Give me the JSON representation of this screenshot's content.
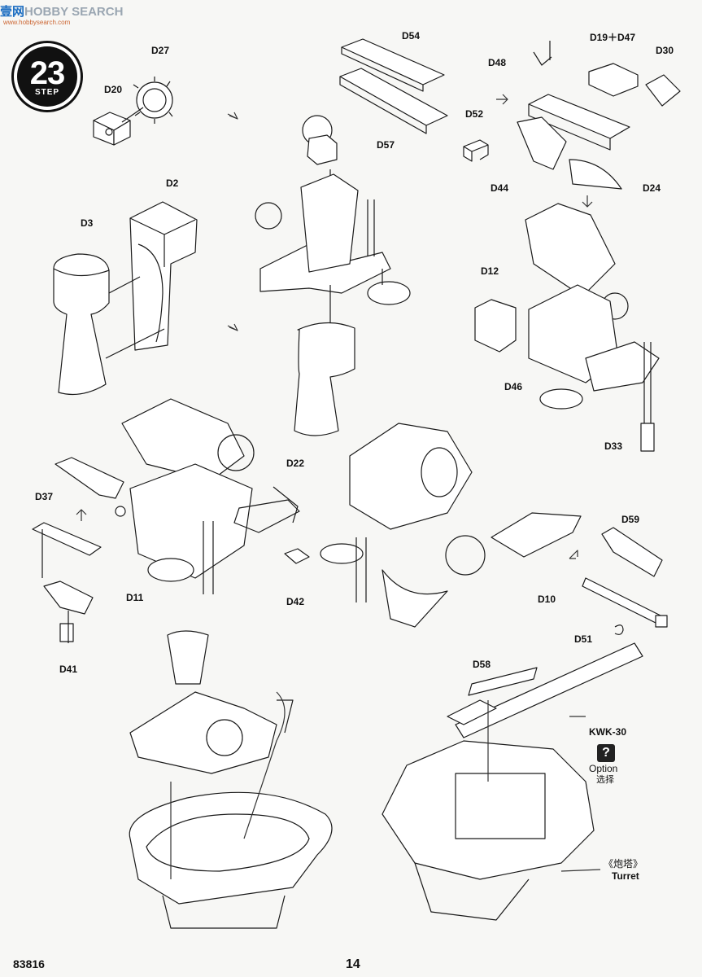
{
  "watermark": {
    "brand_a": "壹网",
    "brand_b": "HOBBY SEARCH",
    "url": "www.hobbysearch.com"
  },
  "step": {
    "number": "23",
    "word": "STEP"
  },
  "parts": {
    "d27": "D27",
    "d20": "D20",
    "d2": "D2",
    "d3": "D3",
    "d54": "D54",
    "d57": "D57",
    "d52": "D52",
    "d48": "D48",
    "d19_d47": "D19＋D47",
    "d30": "D30",
    "d44": "D44",
    "d24": "D24",
    "d12": "D12",
    "d46": "D46",
    "d33": "D33",
    "d22": "D22",
    "d37": "D37",
    "d11": "D11",
    "d41": "D41",
    "d42": "D42",
    "d59": "D59",
    "d10": "D10",
    "d51": "D51",
    "d58": "D58",
    "kwk30": "KWK-30"
  },
  "option": {
    "badge": "?",
    "label": "Option",
    "label_cn": "选择"
  },
  "turret": {
    "label_cn": "《炮塔》",
    "label_en": "Turret"
  },
  "footer": {
    "kit_code": "83816",
    "page": "14"
  }
}
